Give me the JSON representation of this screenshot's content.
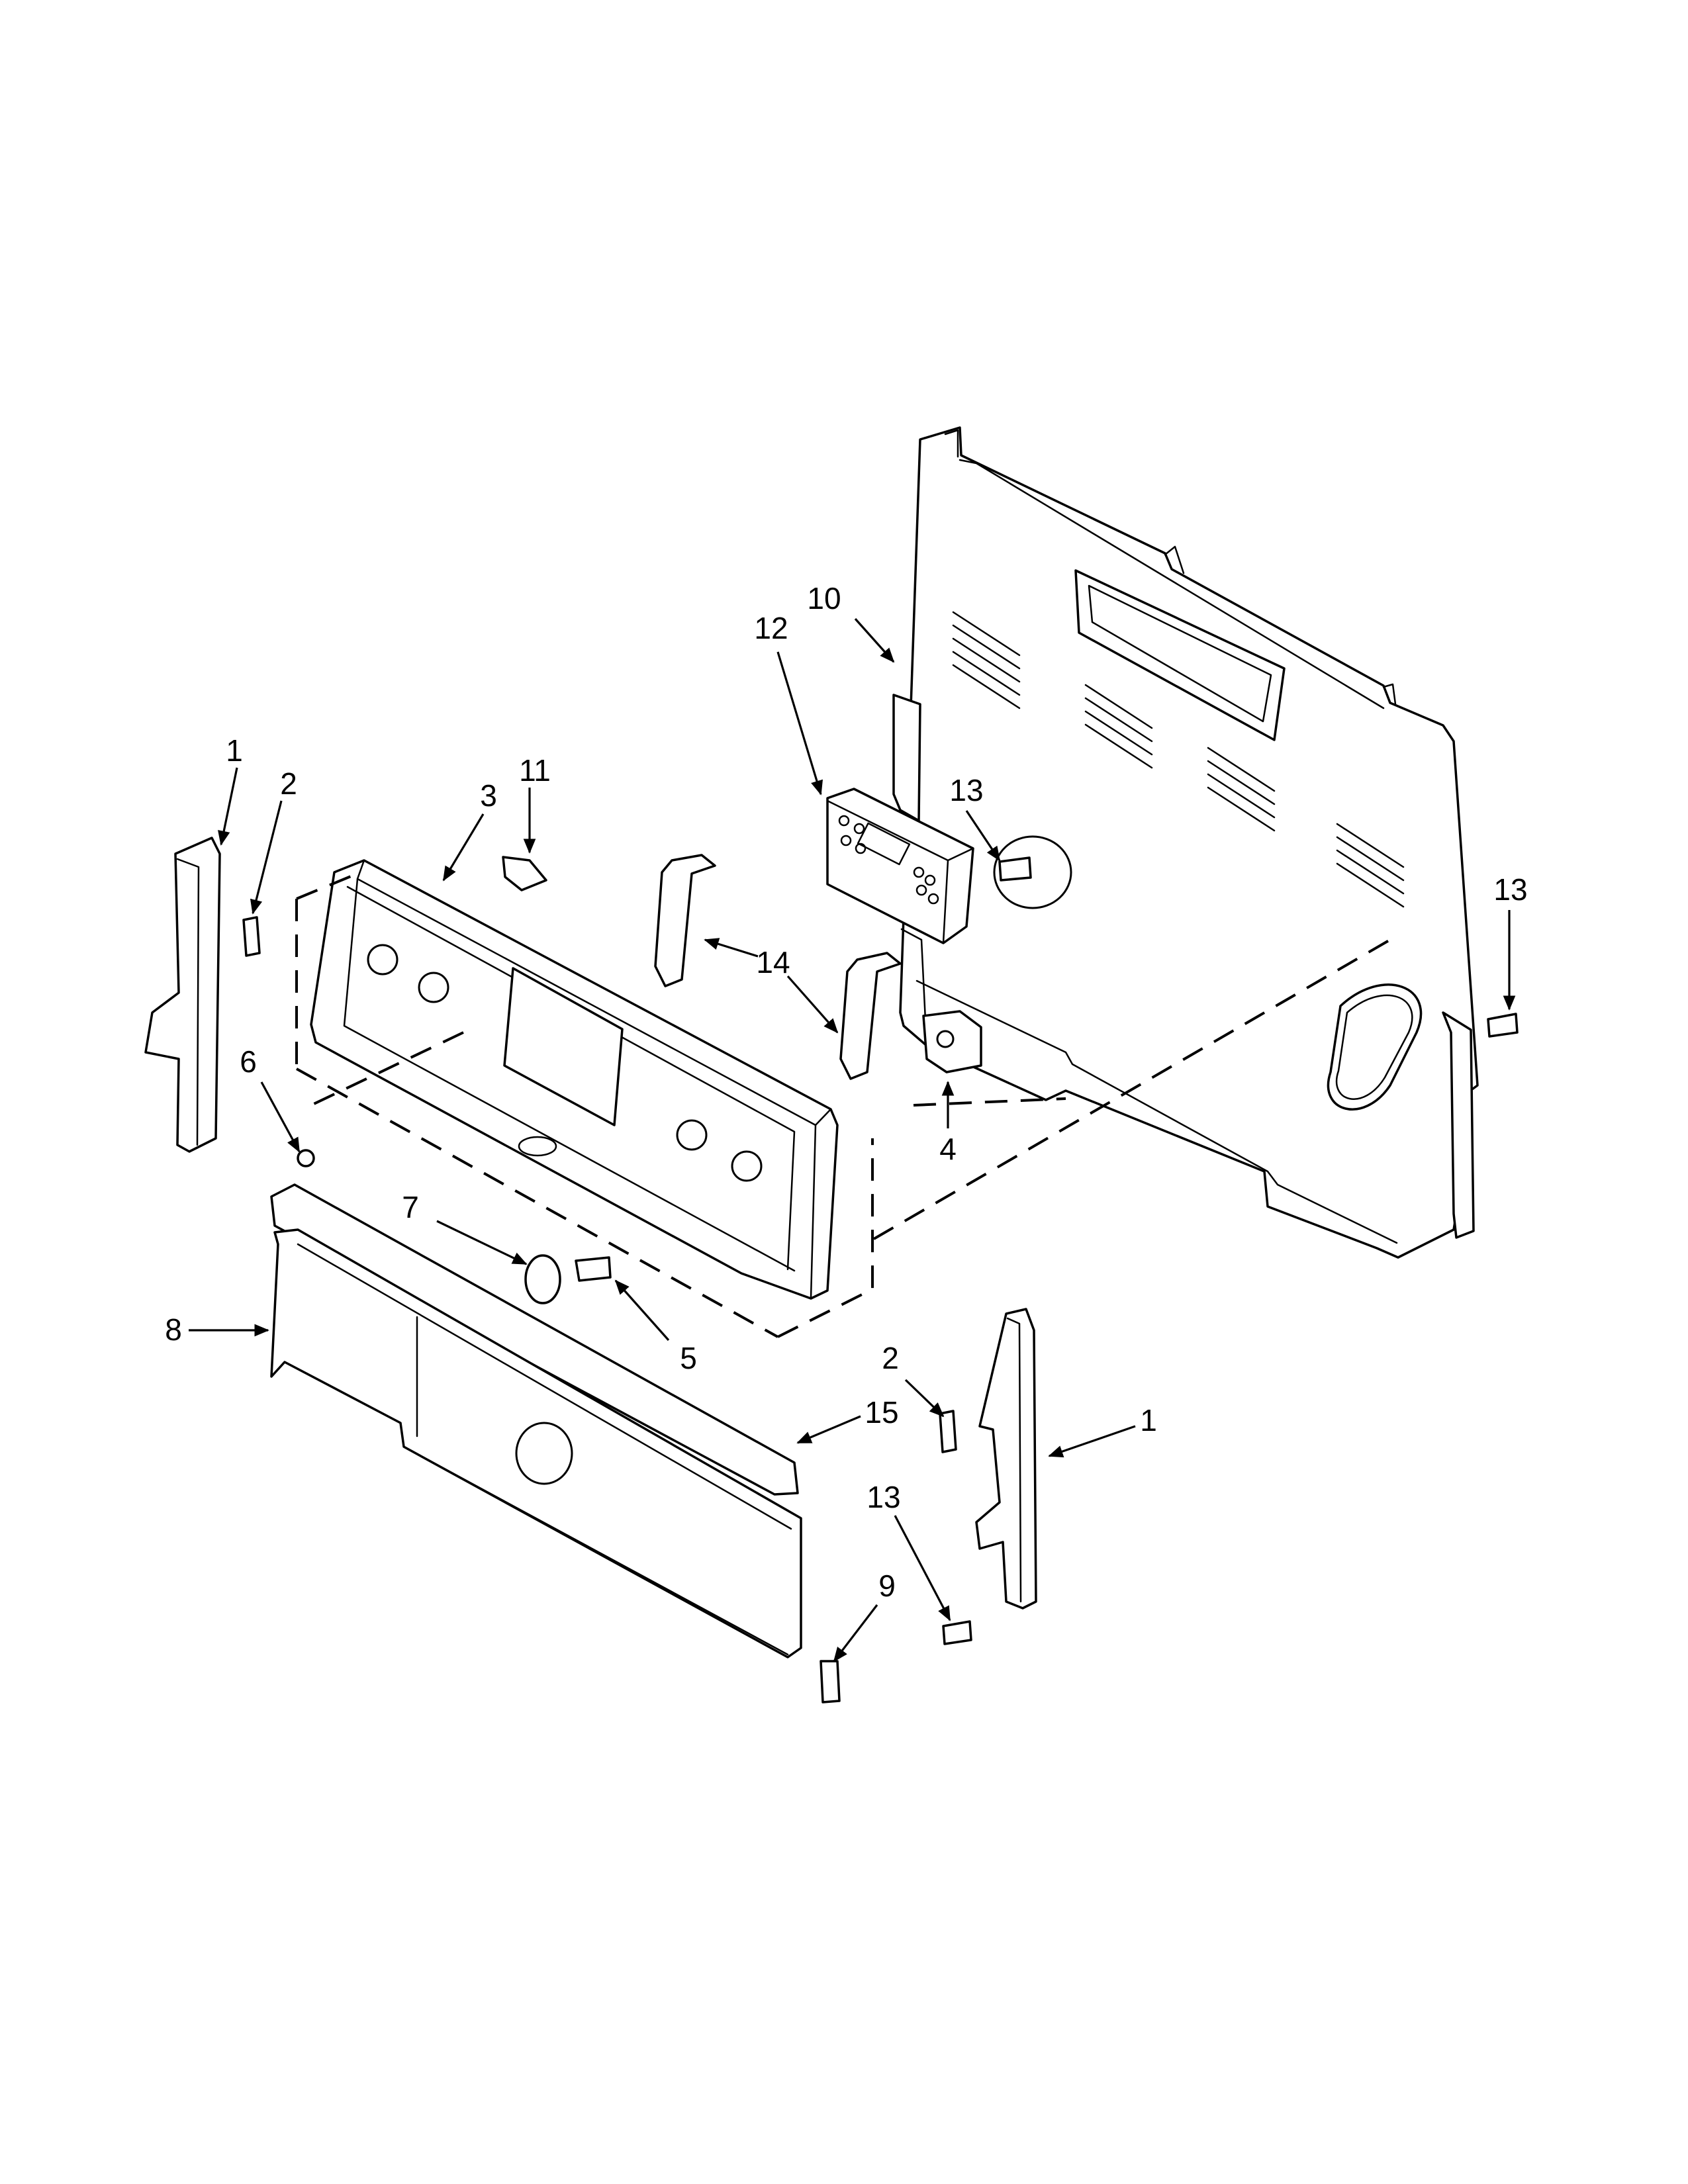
{
  "callouts": [
    {
      "id": "c1a",
      "text": "1"
    },
    {
      "id": "c2a",
      "text": "2"
    },
    {
      "id": "c3",
      "text": "3"
    },
    {
      "id": "c11",
      "text": "11"
    },
    {
      "id": "c12",
      "text": "12"
    },
    {
      "id": "c10",
      "text": "10"
    },
    {
      "id": "c13a",
      "text": "13"
    },
    {
      "id": "c13b",
      "text": "13"
    },
    {
      "id": "c14",
      "text": "14"
    },
    {
      "id": "c6",
      "text": "6"
    },
    {
      "id": "c4",
      "text": "4"
    },
    {
      "id": "c7",
      "text": "7"
    },
    {
      "id": "c5",
      "text": "5"
    },
    {
      "id": "c8",
      "text": "8"
    },
    {
      "id": "c2b",
      "text": "2"
    },
    {
      "id": "c15",
      "text": "15"
    },
    {
      "id": "c1b",
      "text": "1"
    },
    {
      "id": "c13c",
      "text": "13"
    },
    {
      "id": "c9",
      "text": "9"
    }
  ]
}
